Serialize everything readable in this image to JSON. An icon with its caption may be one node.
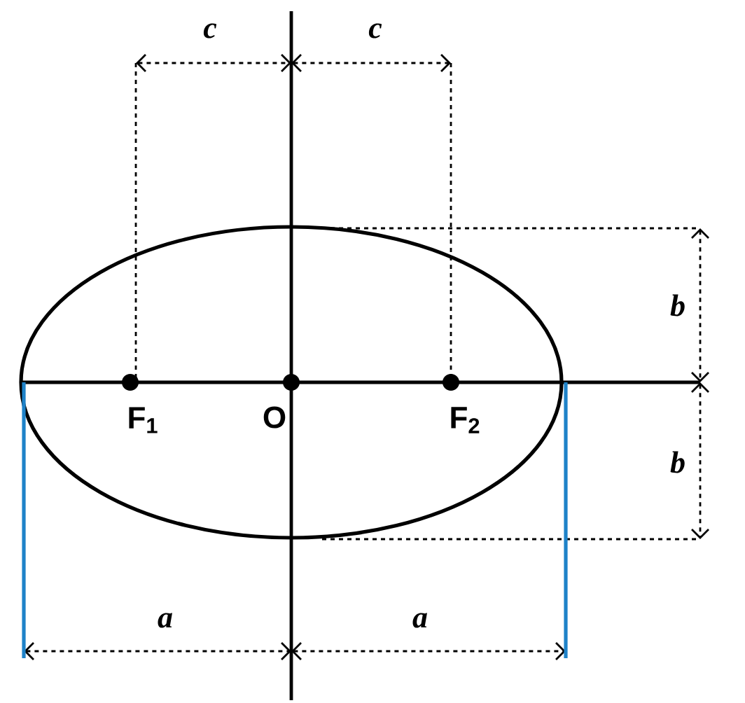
{
  "diagram": {
    "labels": [
      "c",
      "c",
      "b",
      "F$_{1}$",
      "O",
      "F$_{2}$",
      "b",
      "a",
      "a"
    ]
  }
}
